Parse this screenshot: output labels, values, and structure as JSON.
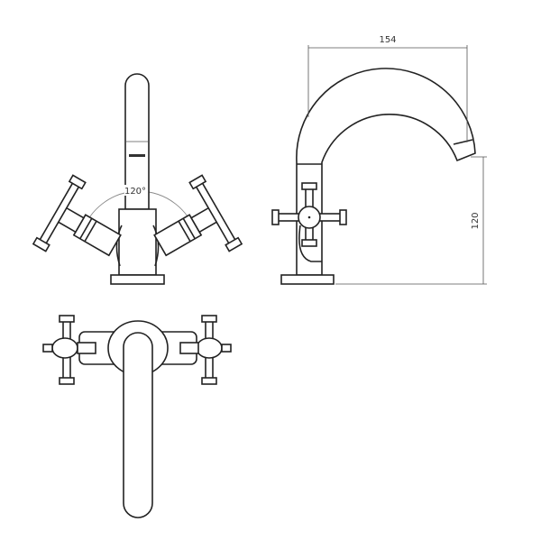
{
  "dimensions": {
    "width": "154",
    "height": "120",
    "angle": "120°"
  }
}
